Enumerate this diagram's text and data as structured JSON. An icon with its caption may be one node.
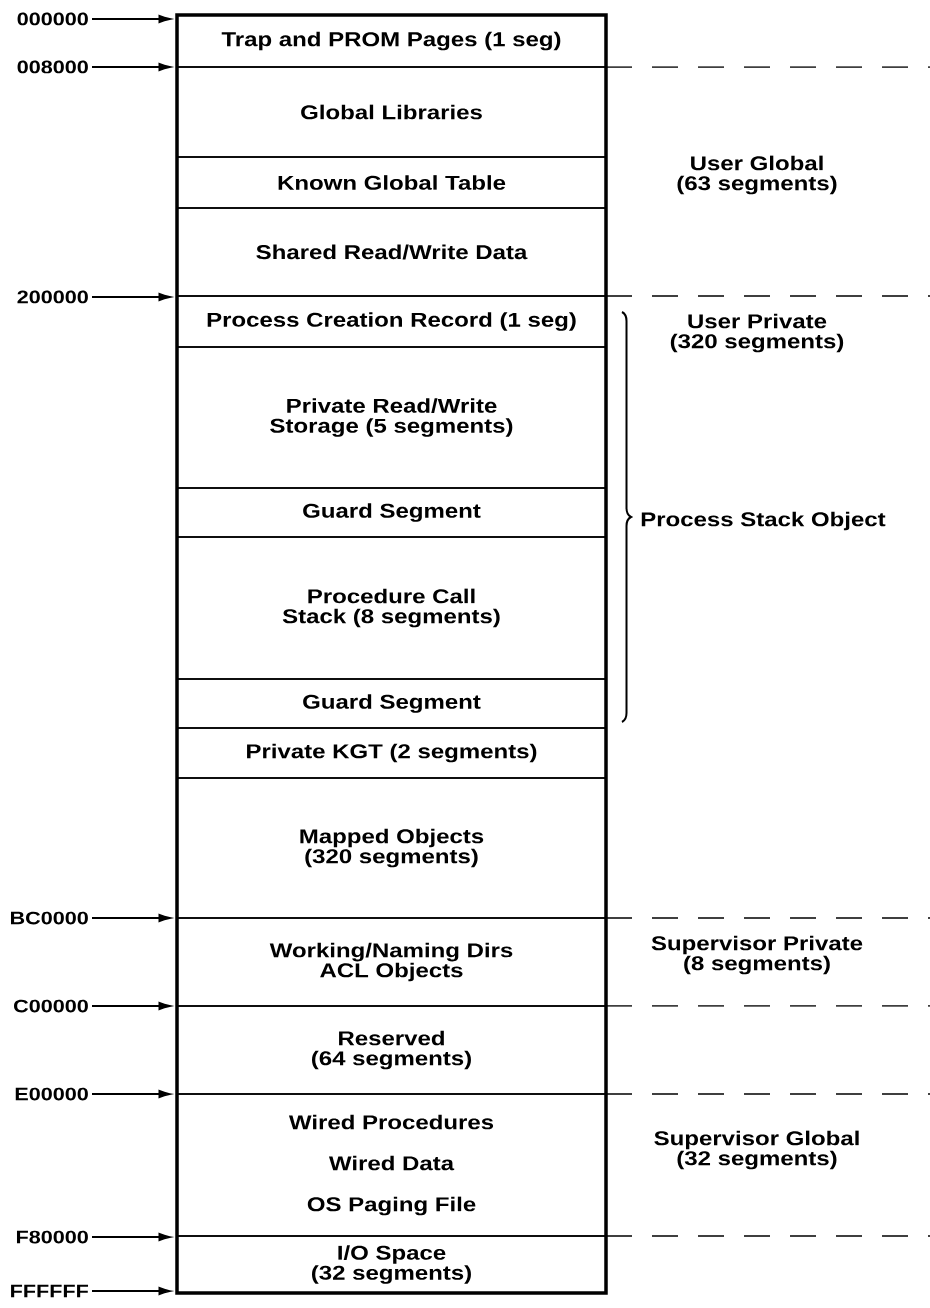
{
  "diagram": {
    "nodes": [
      {
        "text": [],
        "shape": "box"
      },
      {
        "text": [
          "Trap and PROM Pages (1 seg)"
        ],
        "in": 0
      },
      {
        "text": [
          "Global Libraries"
        ],
        "in": 0
      },
      {
        "text": [
          "Known Global Table"
        ],
        "in": 0
      },
      {
        "text": [
          "Shared Read/Write Data"
        ],
        "in": 0
      },
      {
        "text": [
          "Process Creation Record (1 seg)"
        ],
        "in": 0
      },
      {
        "text": [
          "Private Read/Write Storage (5 segments)"
        ],
        "in": 0
      },
      {
        "text": [
          "Guard Segment"
        ],
        "in": 0
      },
      {
        "text": [
          "Procedure Call Stack (8 segments)"
        ],
        "in": 0
      },
      {
        "text": [
          "Guard Segment"
        ],
        "in": 0
      },
      {
        "text": [
          "Private KGT (2 segments)"
        ],
        "in": 0
      },
      {
        "text": [
          "Mapped Objects (320 segments)"
        ],
        "in": 0
      },
      {
        "text": [
          "Working/Naming Dirs ACL Objects"
        ],
        "in": 0
      },
      {
        "text": [
          "Reserved (64 segments)"
        ],
        "in": 0
      },
      {
        "text": [
          "Wired Procedures",
          "Wired Data",
          "OS Paging File"
        ],
        "in": 0
      },
      {
        "text": [
          "I/O Space (32 segments)"
        ],
        "in": 0
      },
      {
        "text": [
          "000000"
        ]
      },
      {
        "text": [
          "008000"
        ]
      },
      {
        "text": [
          "200000"
        ]
      },
      {
        "text": [
          "BC0000"
        ]
      },
      {
        "text": [
          "C00000"
        ]
      },
      {
        "text": [
          "E00000"
        ]
      },
      {
        "text": [
          "F80000"
        ]
      },
      {
        "text": [
          "FFFFFF"
        ]
      }
    ],
    "edges": [
      {
        "from": 16,
        "to": 1,
        "arrow": "to"
      },
      {
        "from": 17,
        "to": 1,
        "arrow": "to"
      },
      {
        "from": 18,
        "to": 5,
        "arrow": "to"
      },
      {
        "from": 19,
        "to": 12,
        "arrow": "to"
      },
      {
        "from": 20,
        "to": 12,
        "arrow": "to"
      },
      {
        "from": 21,
        "to": 13,
        "arrow": "to"
      },
      {
        "from": 22,
        "to": 14,
        "arrow": "to"
      },
      {
        "from": 23,
        "to": 15,
        "arrow": "to"
      }
    ],
    "labels": [
      "User Global (63 segments)",
      "User Private (320 segments)",
      "Process Stack Object",
      "Supervisor Private (8 segments)",
      "Supervisor Global (32 segments)"
    ]
  }
}
